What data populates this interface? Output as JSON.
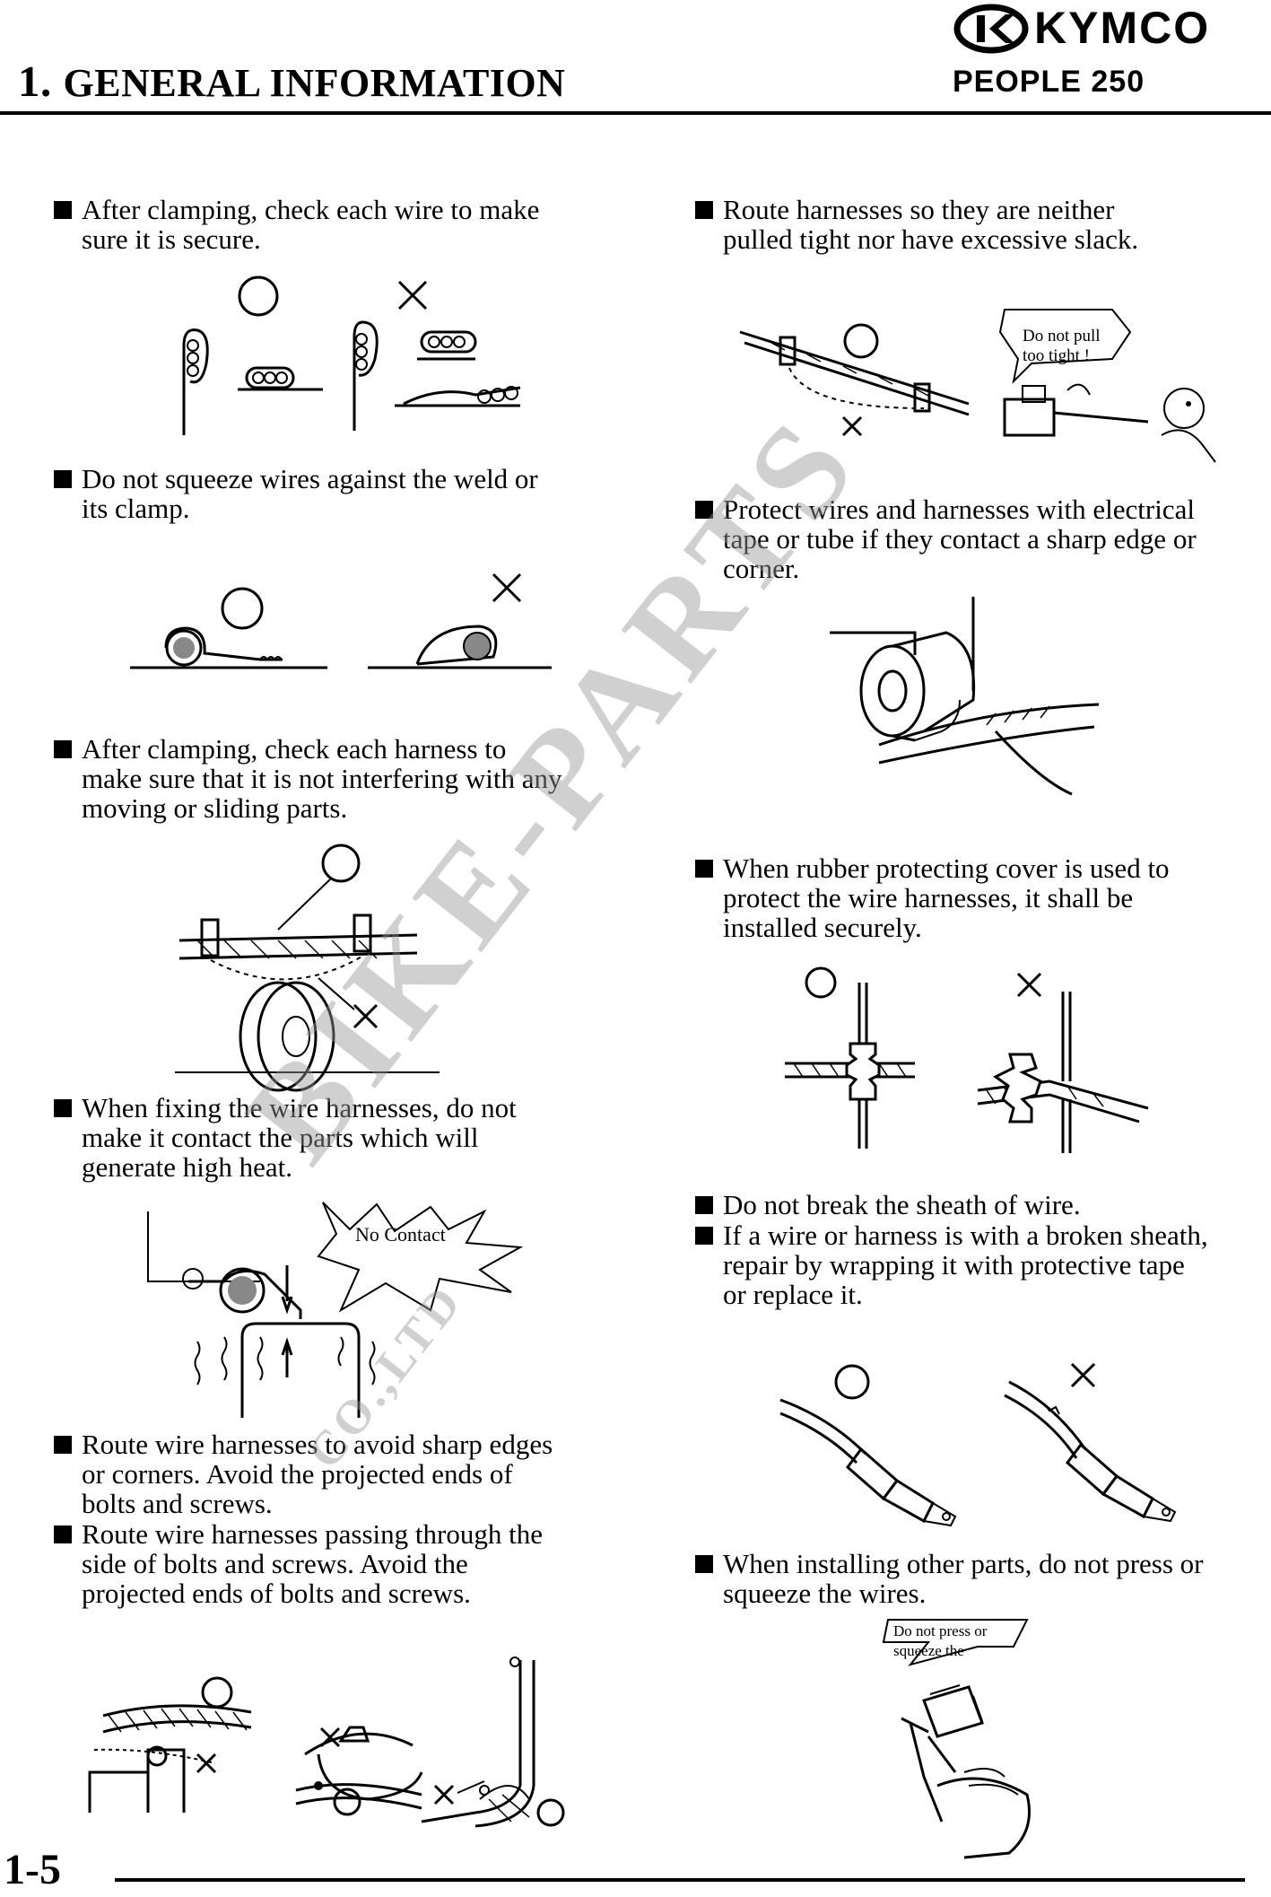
{
  "header": {
    "section_number": "1.",
    "section_title": "GENERAL INFORMATION",
    "brand": "KYMCO",
    "model": "PEOPLE 250"
  },
  "footer": {
    "page_number": "1-5"
  },
  "watermark": {
    "text": "BIKE-PARTS",
    "subtext": "CO.,LTD"
  },
  "left_column": [
    {
      "text": "After clamping, check each wire to make\nsure it is secure."
    },
    {
      "text": "Do not squeeze wires against the weld or\nits clamp."
    },
    {
      "text": "After clamping, check each harness to\nmake sure that it is not interfering with any\nmoving or sliding parts."
    },
    {
      "text": "When fixing the wire harnesses, do not\nmake it contact the parts which will\ngenerate high heat."
    },
    {
      "text": "Route wire harnesses to avoid sharp edges\nor corners.    Avoid the projected ends of\nbolts and screws."
    },
    {
      "text": "Route wire harnesses passing through the\nside of bolts and screws.    Avoid the\nprojected ends of bolts and screws."
    }
  ],
  "right_column": [
    {
      "text": "Route harnesses so they are neither\npulled tight nor have excessive slack."
    },
    {
      "text": "Protect wires and harnesses with electrical\ntape or tube if they contact a sharp edge or\ncorner."
    },
    {
      "text": "When rubber protecting cover is used to\nprotect the wire harnesses, it shall be\ninstalled securely."
    },
    {
      "text": "Do not break the sheath of wire."
    },
    {
      "text": "If a wire or harness is with a broken sheath,\nrepair by wrapping it with protective tape\nor replace it."
    },
    {
      "text": "When installing other parts, do not press or\nsqueeze the wires."
    }
  ],
  "callouts": {
    "no_contact": "No Contact",
    "do_not_pull": "Do not pull\ntoo tight !",
    "do_not_press": "Do not press or\nsqueeze the"
  }
}
